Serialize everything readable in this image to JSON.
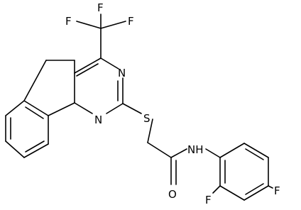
{
  "molecule": {
    "atoms": {
      "f_top_left": "F",
      "f_top_mid": "F",
      "f_top_right": "F",
      "n_upper": "N",
      "n_lower": "N",
      "s_thio": "S",
      "n_amide": "NH",
      "o_carbonyl": "O",
      "f_ring_left": "F",
      "f_ring_right": "F"
    },
    "colors": {
      "bond": "#000000",
      "label": "#000000",
      "background": "#ffffff"
    }
  }
}
